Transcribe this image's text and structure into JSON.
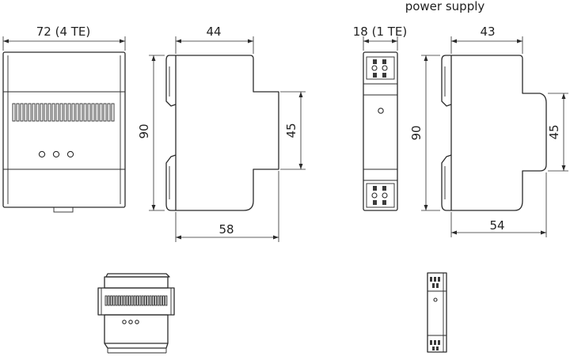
{
  "header": {
    "caption": "power supply"
  },
  "dimensions": {
    "width_4te": "72 (4 TE)",
    "depth_top": "44",
    "height_main": "90",
    "step_height_main": "45",
    "depth_total_main": "58",
    "width_1te": "18 (1 TE)",
    "depth_top_psu": "43",
    "height_psu": "90",
    "step_height_psu": "45",
    "depth_total_psu": "54"
  },
  "colors": {
    "line": "#2b2b2b",
    "background": "#ffffff"
  }
}
